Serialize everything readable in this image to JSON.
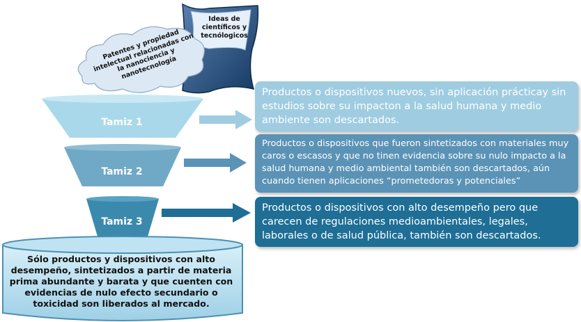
{
  "colors": {
    "funnel_light": "#A9D8EA",
    "funnel_mid": "#6FA9C5",
    "funnel_dark": "#3B8AAE",
    "box_light": "#9FCCE1",
    "box_mid": "#5B93B6",
    "box_dark": "#1E6E95",
    "cube": "#1F4E79",
    "cloud": "#DDE8F5",
    "cylinder": "#C7E6F4"
  },
  "inputs": {
    "ideas": "Ideas de científicos y tecnólogicos",
    "patents": "Patentes y propiedad intelectual relacionadas con la nanociencia y nanotecnología"
  },
  "stages": [
    {
      "label": "Tamiz 1",
      "text": "Productos o dispositivos nuevos, sin aplicación prácticay sin estudios sobre su impacton a la salud humana y medio ambiente son descartados."
    },
    {
      "label": "Tamiz 2",
      "text": "Productos o dispositivos que fueron sintetizados con materiales muy caros o escasos y que no tinen evidencia sobre su nulo impacto a la salud humana y medio ambiental también son descartados, aún cuando tienen aplicaciones “prometedoras y potenciales”"
    },
    {
      "label": "Tamiz 3",
      "text": "Productos o dispositivos con alto desempeño pero que carecen de regulaciones medioambientales, legales, laborales o de salud pública, también son descartados."
    }
  ],
  "result": "Sólo productos y dispositivos con alto desempeño, sintetizados a partir de materia prima abundante y barata y que cuenten con evidencias de nulo efecto secundario o toxicidad son liberados al mercado."
}
